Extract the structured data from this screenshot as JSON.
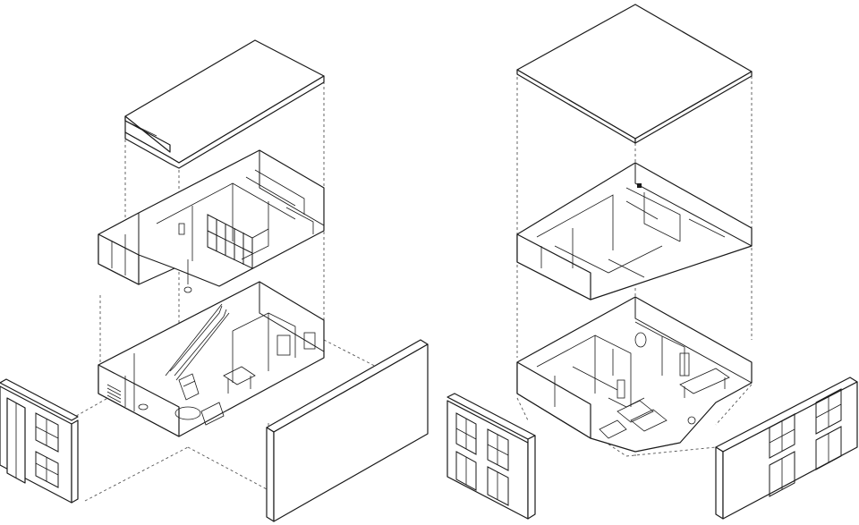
{
  "figure": {
    "background": "#ffffff",
    "line_color": "#1a1a1a",
    "dash_color": "#555555"
  },
  "left_model": {
    "parts": [
      "roof-slab",
      "upper-floor",
      "ground-floor",
      "front-wall-with-windows",
      "side-wall"
    ]
  },
  "right_model": {
    "parts": [
      "roof-slab",
      "upper-floor",
      "ground-floor",
      "front-wall-with-windows",
      "side-wall-with-windows"
    ]
  }
}
